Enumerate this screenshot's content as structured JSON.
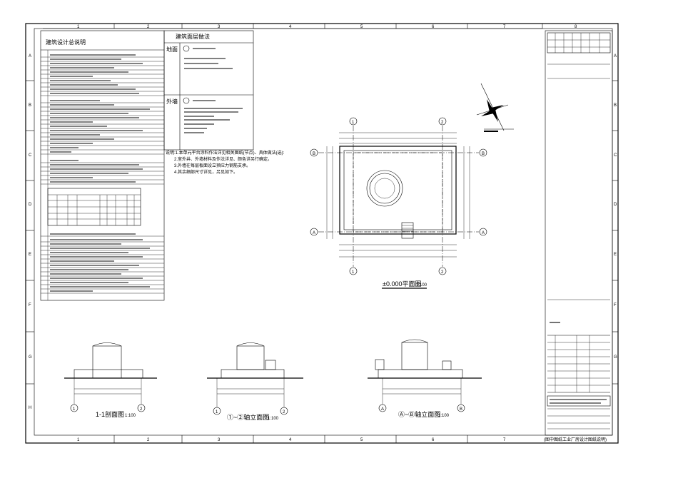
{
  "sheet": {
    "grid_columns": [
      "1",
      "2",
      "3",
      "4",
      "5",
      "6",
      "7",
      "8"
    ],
    "grid_rows": [
      "A",
      "B",
      "C",
      "D",
      "E",
      "F",
      "G",
      "H"
    ]
  },
  "design_notes": {
    "title": "建筑设计总说明"
  },
  "construction_table": {
    "title": "建筑面层做法",
    "row1_label": "地面",
    "row2_label": "外墙"
  },
  "notes_block": {
    "line1": "说明:1.本单元平台涂料作法详见相关图纸(节点)、具体做法(选):",
    "line2": "2.室外井、外墙材料及作法详见、颜色详另行确定。",
    "line3": "3.外墙在每层板面设立预应力钢筋支承。",
    "line4": "4.其余细部尺寸详见，另见如下。"
  },
  "plan": {
    "caption": "±0.000平面图",
    "scale": "1:100",
    "axis_1": "1",
    "axis_2": "2",
    "axis_A": "A",
    "axis_B": "B"
  },
  "elevations": {
    "e1_caption": "1-1剖面图",
    "e1_scale": "1:100",
    "e2_caption": "①~②轴立面图",
    "e2_scale": "1:100",
    "e3_caption": "Ⓐ~Ⓑ轴立面图",
    "e3_scale": "1:100"
  },
  "title_block": {
    "drawing_title": "(图中图纸工业厂房设计图纸说明)"
  }
}
